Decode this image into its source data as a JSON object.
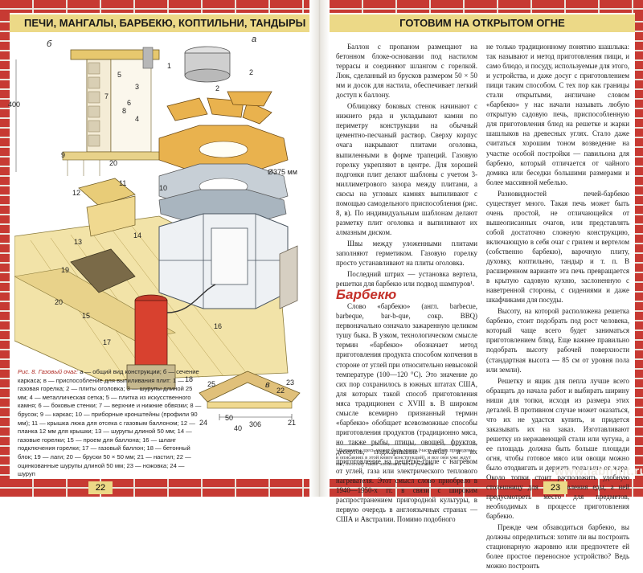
{
  "header": {
    "left_title": "ПЕЧИ, МАНГАЛЫ, БАРБЕКЮ, КОПТИЛЬНИ, ТАНДЫРЫ",
    "right_title": "ГОТОВИМ НА ОТКРЫТОМ ОГНЕ"
  },
  "page_numbers": {
    "left": "22",
    "right": "23"
  },
  "watermark": "www.labirint.ru",
  "figure": {
    "labels": {
      "a": "а",
      "b": "б",
      "v": "в",
      "dim_400": "400",
      "dim_20": "20",
      "dim_375": "Ø375 мм",
      "dim_40": "40",
      "dim_50": "50",
      "dim_306": "306",
      "dim_25": "25",
      "n1": "1",
      "n2": "2",
      "n3": "3",
      "n4": "4",
      "n5": "5",
      "n6": "6",
      "n7": "7",
      "n8": "8",
      "n9": "9",
      "n10": "10",
      "n11": "11",
      "n12": "12",
      "n13": "13",
      "n14": "14",
      "n15": "15",
      "n16": "16",
      "n17": "17",
      "n18": "18",
      "n19": "19",
      "n20": "20",
      "n21": "21",
      "n22": "22",
      "n23": "23",
      "n24": "24"
    },
    "caption_title": "Рис. 8. Газовый очаг:",
    "caption_body": "а — общий вид конструкции; б — сечение каркаса; в — приспособление для выпиливания плит: 1 — газовая горелка; 2 — плиты оголовка; 3 — шурупы длиной 25 мм; 4 — металлическая сетка; 5 — плитка из искусственного камня; 6 — боковые стенки; 7 — верхние и нижние обвязки; 8 — брусок; 9 — каркас; 10 — приборные кронштейны (профили 90 мм); 11 — крышка люка для отсека с газовым баллоном; 12 — планка 12 мм для крышки; 13 — шурупы длиной 50 мм; 14 — газовые горелки; 15 — проем для баллона; 16 — шланг подключения горелки; 17 — газовый баллон; 18 — бетонный блок; 19 — лаги; 20 — бруски 50 × 50 мм; 21 — настил; 22 — оцинкованные шурупы длиной 50 мм; 23 — ножовка; 24 — шуруп"
  },
  "text": {
    "col1_paragraphs": [
      "Баллон с пропаном размещают на бетонном блоке-основании под настилом террасы и соединяют шлангом с горелкой. Люк, сделанный из брусков размером 50 × 50 мм и досок для настила, обеспечивает легкий доступ к баллону.",
      "Облицовку боковых стенок начинают с нижнего ряда и укладывают камни по периметру конструкции на обычный цементно-песчаный раствор. Сверху корпус очага накрывают плитами оголовка, выпиленными в форме трапеций. Газовую горелку укрепляют в центре. Для хорошей подгонки плит делают шаблоны с учетом 3-миллиметрового зазора между плитами, а скосы на угловых камнях выпиливают с помощью самодельного приспособления (рис. 8, в). По индивидуальным шаблонам делают разметку плит оголовка и выпиливают их алмазным диском.",
      "Швы между уложенными плитами заполняют герметиком. Газовую горелку просто устанавливают на плиты оголовка.",
      "Последний штрих — установка вертела, решетки для барбекю или подвод шампуров¹."
    ],
    "section_title": "Барбекю",
    "col1_after_paragraphs": [
      "Слово «барбекю» (англ. barbecue, barbeque, bar-b-que, сокр. BBQ) первоначально означало зажаренную целиком тушу быка. В узком, технологическом смысле термин «барбекю» обозначает метод приготовления продукта способом копчения в стороне от углей при относительно невысокой температуре (100—120 °С). Это значение до сих пор сохранилось в южных штатах США, для которых такой способ приготовления мяса традиционен с XVIII в. В широком смысле всемирно признанный термин «барбекю» обобщает всевозможные способы приготовления продуктов (традиционно мяса, но также рыбы, птицы, овощей, фруктов, десертов, поджаривание хлеба) и их приготовление на решетке-гриле с нагревом от углей, газа или электрического теплового нагревателя. Этот смысл слово приобрело в 1940—1950-х гг. в связи с широким распространением пригородной культуры, в первую очередь в англоязычных странах — США и Австралии. Помимо подобного"
    ],
    "footnote": "¹ Варианты здесь может быть много (часть из них приведены в описаниях в этой книге конструкций), и все они уже ждут вас, поэтому такие элементы на не указаны",
    "col2_paragraphs": [
      "не только традиционному понятию шашлыка: так называют и метод приготовления пищи, и само блюдо, и посуду, используемые для этого, и устройства, и даже досуг с приготовлением пищи таким способом. С тех пор как границы стали открытыми, англичане словом «барбекю» у нас начали называть любую открытую садовую печь, приспособленную для приготовления блюд на решетке и жарки шашлыков на древесных углях. Стало даже считаться хорошим тоном возведение на участке особой постройки — павильона для барбекю, который отличается от чайного домика или беседки большими размерами и более массивной мебелью.",
      "Разновидностей печей-барбекю существует много. Такая печь может быть очень простой, не отличающейся от вышеописанных очагов, или представлять собой достаточно сложную конструкцию, включающую в себя очаг с грилем и вертелом (собственно барбекю), варочную плиту, духовку, коптильню, тандыр и т. п. В расширенном варианте эта печь превращается в крытую садовую кухню, заслоненную с наветренной стороны, с сидениями и даже шкафчиками для посуды.",
      "Высоту, на которой расположена решетка барбекю, стоит подобрать под рост человека, который чаще всего будет заниматься приготовлением блюд. Еще важнее правильно подобрать высоту рабочей поверхности (стандартная высота — 85 см от уровня пола или земли).",
      "Решетку и ящик для пепла лучше всего обращать до начала работ и выбирать ширину ниши для топки, исходя из размера этих деталей. В противном случае может оказаться, что их не удастся купить, и придется заказывать их на заказ. Изготавливают решетку из нержавеющей стали или чугуна, а ее площадь должна быть больше площади огня, чтобы готовое мясо или овощи можно было отодвигать и держать подальше от жара. Около топки стоит расположить удобную столешницу для приготовления еды, а ней предусмотреть место для предметов, необходимых в процессе приготовления барбекю.",
      "Прежде чем обзаводиться барбекю, вы должны определиться: хотите ли вы построить стационарную жаровню или предпочтете ей более простое переносное устройство? Ведь можно построить"
    ]
  }
}
